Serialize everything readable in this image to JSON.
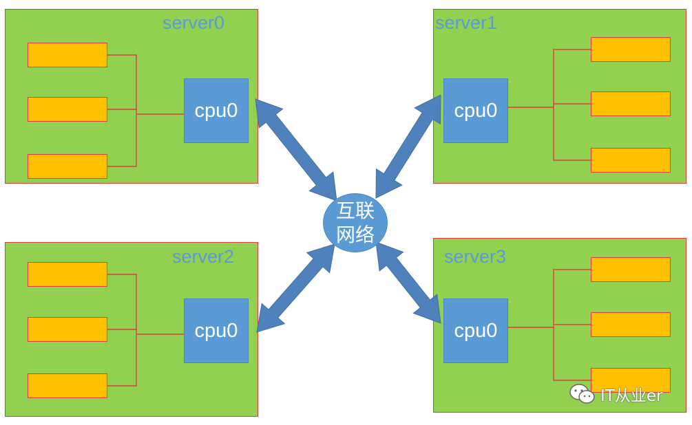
{
  "servers": [
    {
      "name": "server0",
      "cpu": "cpu0"
    },
    {
      "name": "server1",
      "cpu": "cpu0"
    },
    {
      "name": "server2",
      "cpu": "cpu0"
    },
    {
      "name": "server3",
      "cpu": "cpu0"
    }
  ],
  "interconnect": {
    "line1": "互联",
    "line2": "网络"
  },
  "watermark": {
    "text": "IT从业er",
    "icon": "wechat-icon"
  },
  "colors": {
    "server_fill": "#92d050",
    "server_border": "#e03c3c",
    "slot_fill": "#ffc000",
    "cpu_fill": "#5b9bd5",
    "arrow_fill": "#4f81bd",
    "label_color": "#5b9bd5"
  }
}
